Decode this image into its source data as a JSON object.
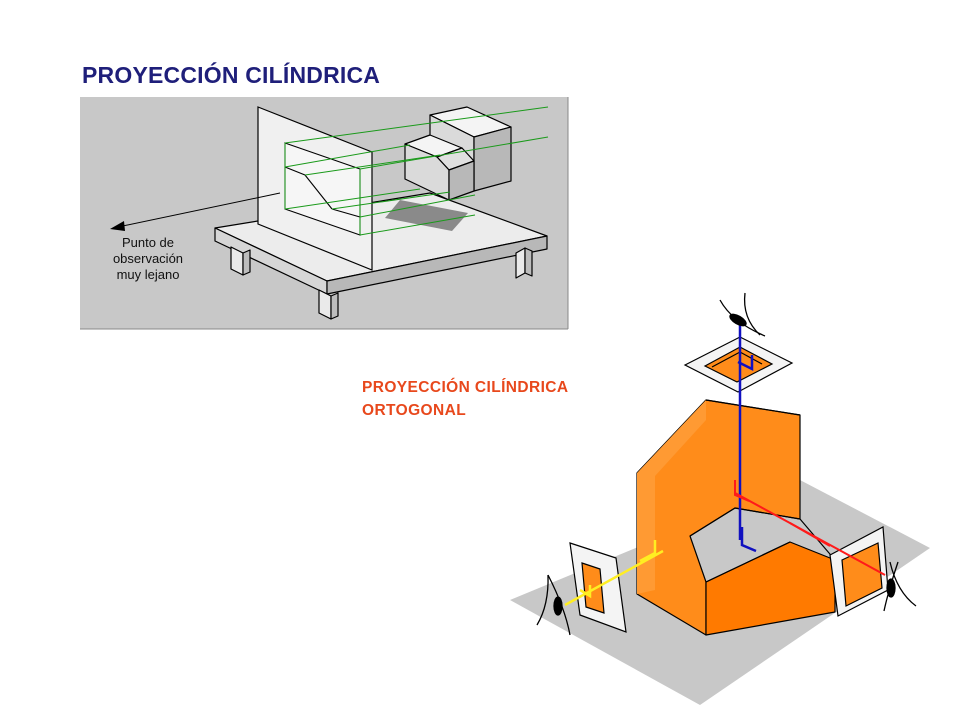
{
  "title": "PROYECCIÓN CILÍNDRICA",
  "figure1": {
    "observer_label_lines": [
      "Punto de",
      "observación",
      "muy lejano"
    ]
  },
  "figure2": {
    "caption_lines": [
      "PROYECCIÓN  CILÍNDRICA",
      "ORTOGONAL"
    ]
  },
  "colors": {
    "title": "#1f1f7a",
    "caption": "#e8481c",
    "object": "#ff8c1a",
    "panel_background": "#c8c8c8",
    "projection_lines_fig1": "#1a9a1a",
    "projection_top": "#1010c0",
    "projection_right": "#ff1a1a",
    "projection_left": "#ffee22"
  }
}
